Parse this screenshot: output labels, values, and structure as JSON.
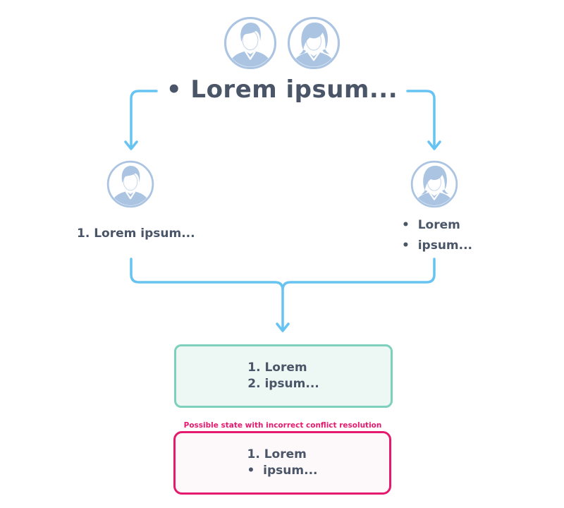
{
  "header": {
    "title": "• Lorem ipsum...",
    "avatars": [
      "male-avatar",
      "female-avatar"
    ]
  },
  "branches": {
    "left": {
      "avatar": "male-avatar",
      "label": "1. Lorem ipsum..."
    },
    "right": {
      "avatar": "female-avatar",
      "items": [
        "•  Lorem",
        "•  ipsum..."
      ]
    }
  },
  "result_box": {
    "lines": [
      "1. Lorem",
      "2. ipsum..."
    ]
  },
  "conflict_box": {
    "caption": "Possible state with incorrect conflict resolution",
    "lines": [
      "1. Lorem",
      "•  ipsum..."
    ]
  },
  "colors": {
    "arrow_blue": "#67c3f1",
    "avatar_blue": "#abc4e2",
    "text_slate": "#4a5568",
    "teal_border": "#7ed0bc",
    "teal_fill": "#edf8f5",
    "pink_border": "#e5196e",
    "pink_fill": "#fdf8fa"
  }
}
